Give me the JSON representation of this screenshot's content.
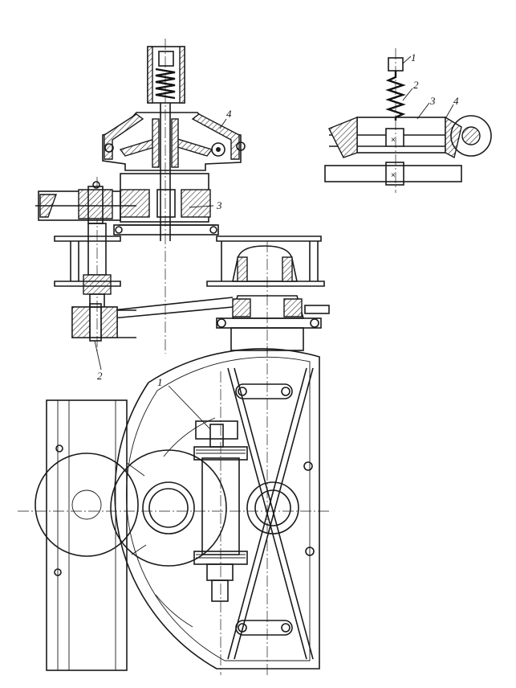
{
  "labels": {
    "top_view": {
      "l1": "1",
      "l2": "2",
      "l3": "3",
      "l4": "4"
    },
    "section_view": {
      "l4": "4",
      "l3": "3",
      "l2": "2"
    },
    "plan_view": {
      "l1": "1"
    }
  }
}
